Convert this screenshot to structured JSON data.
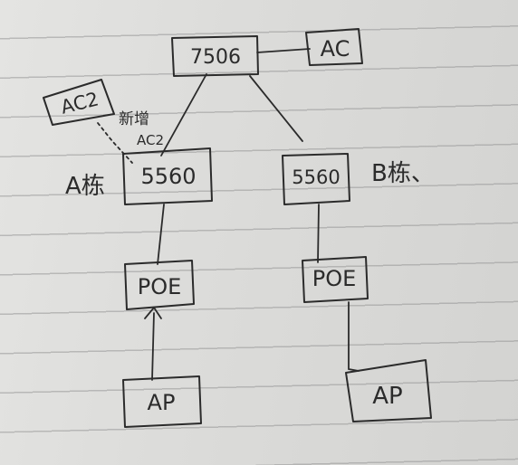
{
  "nodes": {
    "core_switch": "7506",
    "controller": "AC",
    "controller_new": "AC2",
    "switch_a": "5560",
    "switch_b": "5560",
    "poe_a": "POE",
    "poe_b": "POE",
    "ap_a": "AP",
    "ap_b": "AP"
  },
  "annotations": {
    "new_ac_line1": "新增",
    "new_ac_line2": "AC2",
    "building_a": "A栋",
    "building_b": "B栋、"
  },
  "colors": {
    "ink": "#2b2b2b",
    "paper": "#dcdcda",
    "rule": "#969696"
  }
}
